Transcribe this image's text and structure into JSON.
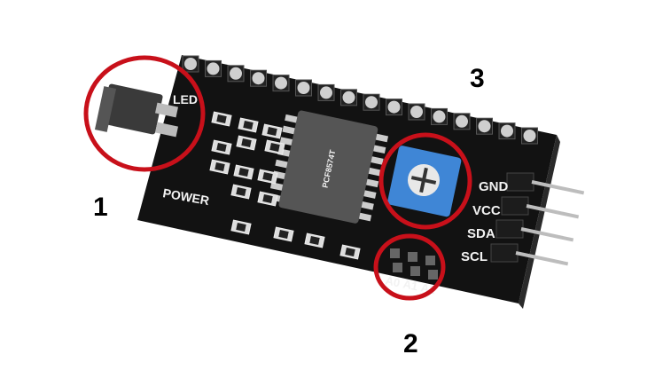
{
  "board": {
    "silkscreen": {
      "led": "LED",
      "power": "POWER",
      "gnd": "GND",
      "vcc": "VCC",
      "sda": "SDA",
      "scl": "SCL",
      "a0": "A0",
      "a1": "A1",
      "a2": "A2"
    },
    "chip_marking": "PCF8574T"
  },
  "annotations": {
    "one": "1",
    "two": "2",
    "three": "3"
  },
  "colors": {
    "board": "#111111",
    "circle": "#c8101a",
    "potentiometer": "#3f86d6"
  }
}
